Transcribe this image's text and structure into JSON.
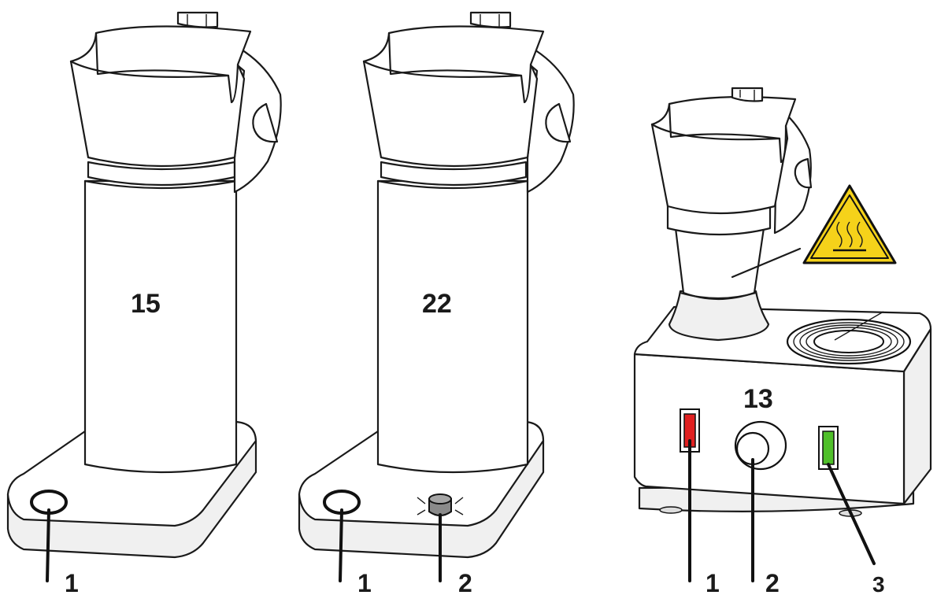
{
  "devices": [
    {
      "name": "device-15",
      "label": "15",
      "callouts": [
        "1"
      ]
    },
    {
      "name": "device-22",
      "label": "22",
      "callouts": [
        "1",
        "2"
      ]
    },
    {
      "name": "device-13",
      "label": "13",
      "callouts": [
        "1",
        "2",
        "3"
      ]
    }
  ],
  "icons": {
    "warning": "hot-surface-warning-icon"
  },
  "colors": {
    "warning_yellow": "#f5d21a",
    "indicator_red": "#e02020",
    "indicator_green": "#4fbf2a",
    "knob_gray": "#8a8a8a"
  }
}
